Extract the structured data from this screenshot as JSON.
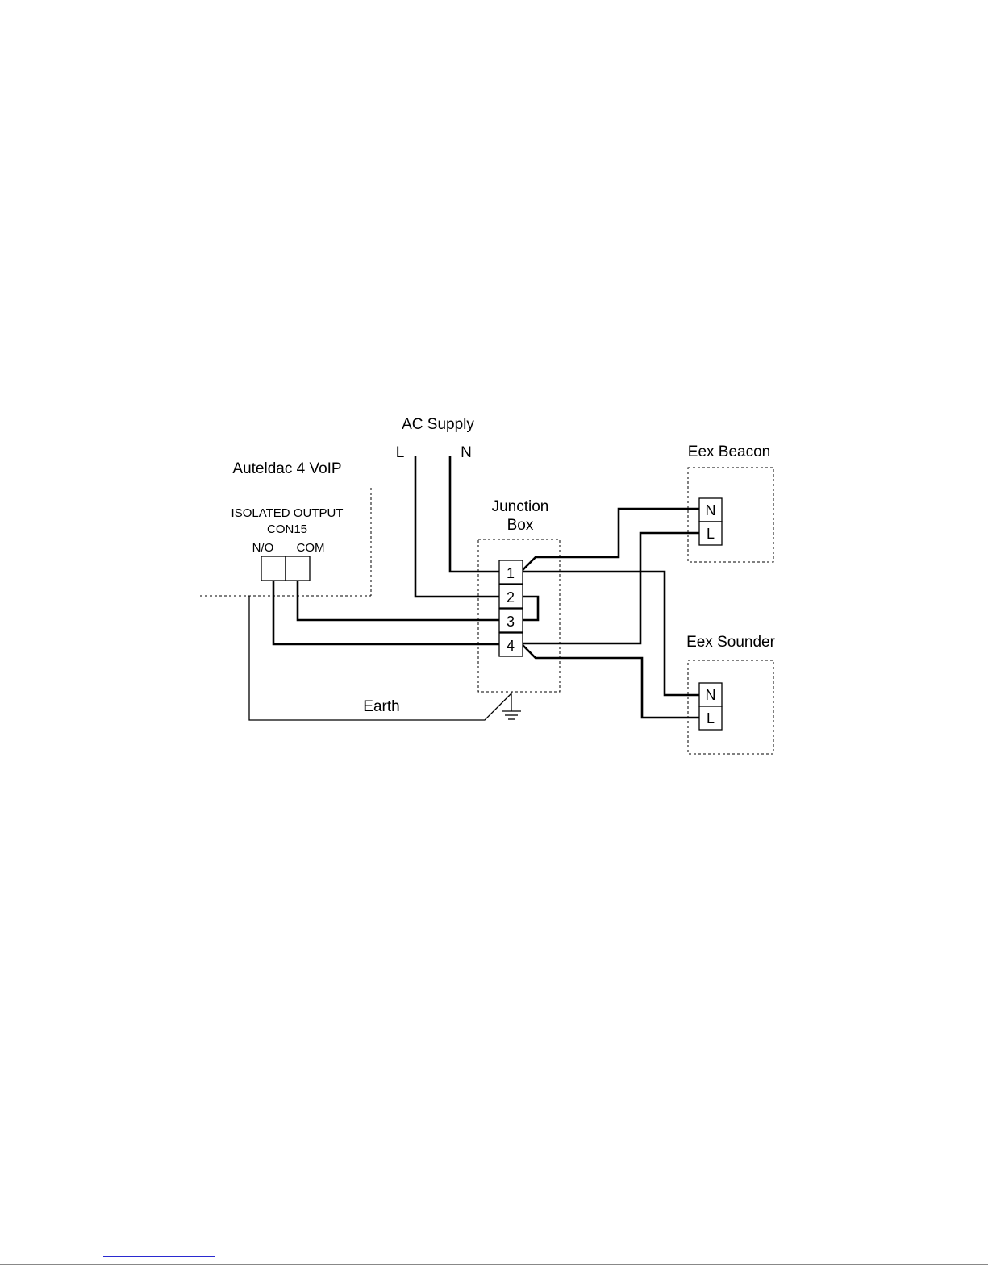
{
  "diagram": {
    "title_controller": "Auteldac 4 VoIP",
    "isolated_output": "ISOLATED OUTPUT",
    "connector": "CON15",
    "contact_no": "N/O",
    "contact_com": "COM",
    "ac_supply": "AC Supply",
    "ac_l": "L",
    "ac_n": "N",
    "junction_line1": "Junction",
    "junction_line2": "Box",
    "terminals": [
      "1",
      "2",
      "3",
      "4"
    ],
    "beacon_title": "Eex Beacon",
    "sounder_title": "Eex Sounder",
    "device_n": "N",
    "device_l": "L",
    "earth": "Earth"
  },
  "colors": {
    "line": "#000000",
    "background": "#ffffff",
    "footer_link": "#2a2ad0"
  }
}
